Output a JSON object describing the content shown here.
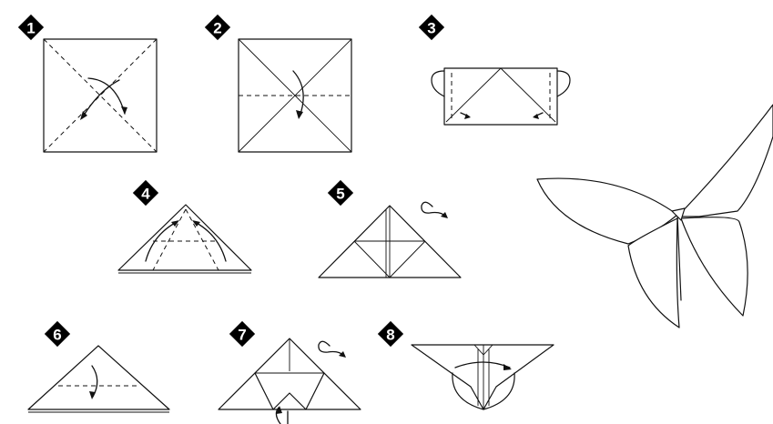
{
  "steps": [
    {
      "number": "1"
    },
    {
      "number": "2"
    },
    {
      "number": "3"
    },
    {
      "number": "4"
    },
    {
      "number": "5"
    },
    {
      "number": "6"
    },
    {
      "number": "7"
    },
    {
      "number": "8"
    }
  ],
  "colors": {
    "ink": "#111111",
    "badge": "#000000",
    "background": "#ffffff"
  }
}
